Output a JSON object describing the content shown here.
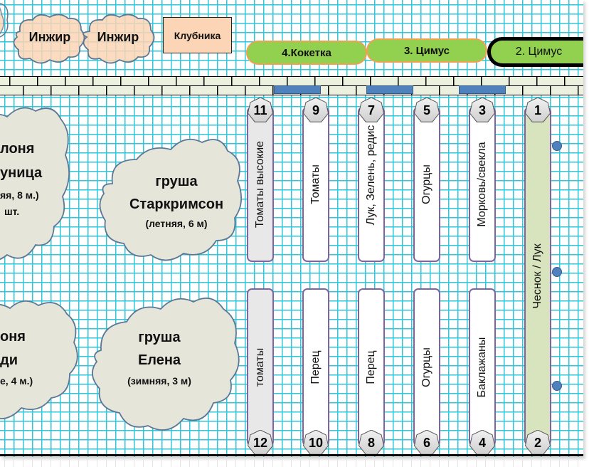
{
  "title": "План огорода",
  "top_items": {
    "fig_1": "Инжир",
    "fig_2": "Инжир",
    "strawberry": "Клубника"
  },
  "greenhouses": [
    {
      "label": "4.Кокетка"
    },
    {
      "label": "3. Цимус"
    },
    {
      "label": "2. Цимус"
    }
  ],
  "trees": [
    {
      "lines": [
        "лоня",
        "уница",
        "яя, 8 м.)",
        "шт."
      ]
    },
    {
      "lines": [
        "груша",
        "Старкримсон",
        "(летняя, 6 м)"
      ]
    },
    {
      "lines": [
        "оня",
        "ди",
        "е, 4 м.)"
      ]
    },
    {
      "lines": [
        "груша",
        "Елена",
        "(зимняя, 3 м)"
      ]
    }
  ],
  "beds": [
    {
      "number": "11",
      "label": "Томаты высокие",
      "fill": "#e8e8e8"
    },
    {
      "number": "9",
      "label": "Томаты",
      "fill": "#ffffff"
    },
    {
      "number": "7",
      "label": "Лук, Зелень, редис",
      "fill": "#ffffff"
    },
    {
      "number": "5",
      "label": "Огурцы",
      "fill": "#ffffff"
    },
    {
      "number": "3",
      "label": "Морковь/свекла",
      "fill": "#ffffff"
    },
    {
      "number": "1",
      "label": "Чеснок / Лук",
      "fill": "#d7e4bd"
    },
    {
      "number": "12",
      "label": "томаты",
      "fill": "#e8e8e8"
    },
    {
      "number": "10",
      "label": "Перец",
      "fill": "#ffffff"
    },
    {
      "number": "8",
      "label": "Перец",
      "fill": "#ffffff"
    },
    {
      "number": "6",
      "label": "Огурцы",
      "fill": "#ffffff"
    },
    {
      "number": "4",
      "label": "Баклажаны",
      "fill": "#ffffff"
    },
    {
      "number": "2",
      "label": "",
      "fill": "#d7e4bd"
    }
  ],
  "colors": {
    "grid": "#2fc6d8",
    "greenhouse_fill": "#92d050",
    "greenhouse_border": "#f0a050",
    "path_fill": "#ebf1de",
    "gate": "#4f81bd",
    "bed_border": "#8064a2",
    "tree_fill": "#e8e8de",
    "fig_fill": "#fbd5b5"
  }
}
